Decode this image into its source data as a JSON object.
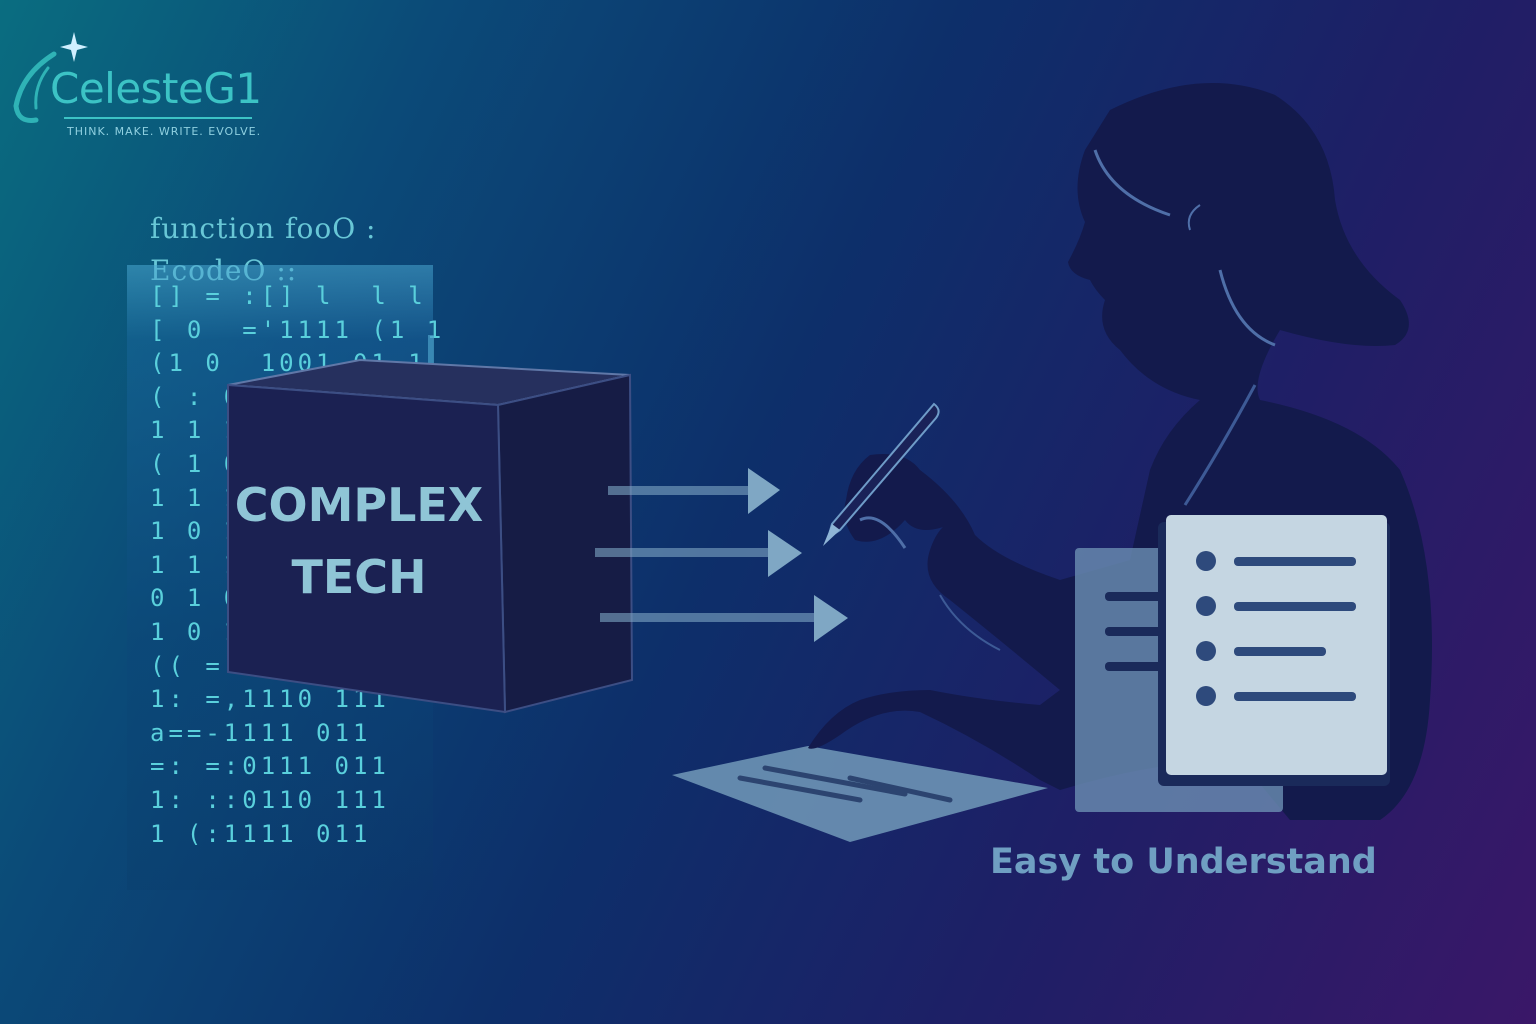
{
  "brand": {
    "name": "CelesteG1",
    "tagline": "THINK. MAKE. WRITE. EVOLVE."
  },
  "code": {
    "line1": "function fooO :",
    "line2": "EcodeO ::"
  },
  "binary_rows": [
    "[] = :[] l  l l",
    "[ 0  ='1111 (1 1",
    "(1 0  1001 01 1",
    "( : 0",
    "1 1 1",
    "( 1 0",
    "1 1 1",
    "1 0 1",
    "1 1 1",
    "0 1 0",
    "1 0 1",
    "(( =",
    "1: =,1110 111",
    "a==-1111 011",
    "=: =:0111 011",
    "1: ::0110 111",
    "1 (:1111 011"
  ],
  "cube": {
    "line1": "COMPLEX",
    "line2": "TECH"
  },
  "caption": "Easy to Understand",
  "colors": {
    "accent_teal": "#3cc3c5",
    "silhouette": "#131a4c",
    "arrow": "#7fa7c4",
    "document": "#c5d6e2"
  }
}
